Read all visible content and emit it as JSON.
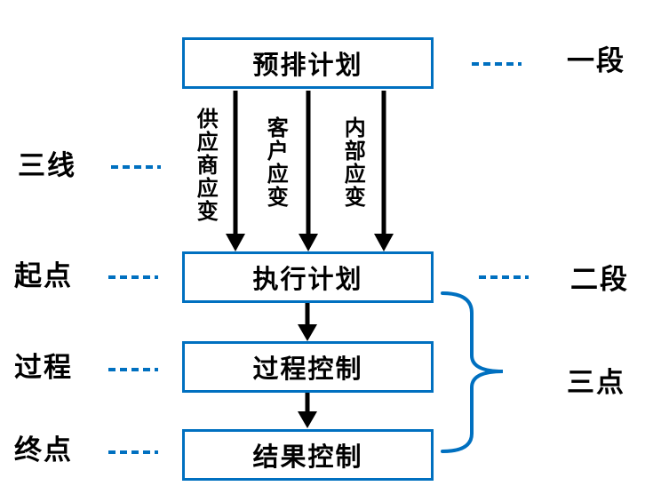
{
  "colors": {
    "accent_blue": "#0070C0",
    "arrow_black": "#000000",
    "background": "#FFFFFF"
  },
  "diagram": {
    "boxes": [
      {
        "id": "preplan",
        "label": "预排计划"
      },
      {
        "id": "execute",
        "label": "执行计划"
      },
      {
        "id": "process",
        "label": "过程控制"
      },
      {
        "id": "result",
        "label": "结果控制"
      }
    ],
    "arrow_labels": [
      {
        "id": "supplier",
        "label": "供应商应变"
      },
      {
        "id": "customer",
        "label": "客户应变"
      },
      {
        "id": "internal",
        "label": "内部应变"
      }
    ],
    "left_annotations": [
      {
        "id": "three-lines",
        "label": "三线"
      },
      {
        "id": "start-point",
        "label": "起点"
      },
      {
        "id": "process",
        "label": "过程"
      },
      {
        "id": "end-point",
        "label": "终点"
      }
    ],
    "right_annotations": [
      {
        "id": "stage-one",
        "label": "一段"
      },
      {
        "id": "stage-two",
        "label": "二段"
      },
      {
        "id": "three-points",
        "label": "三点"
      }
    ]
  }
}
